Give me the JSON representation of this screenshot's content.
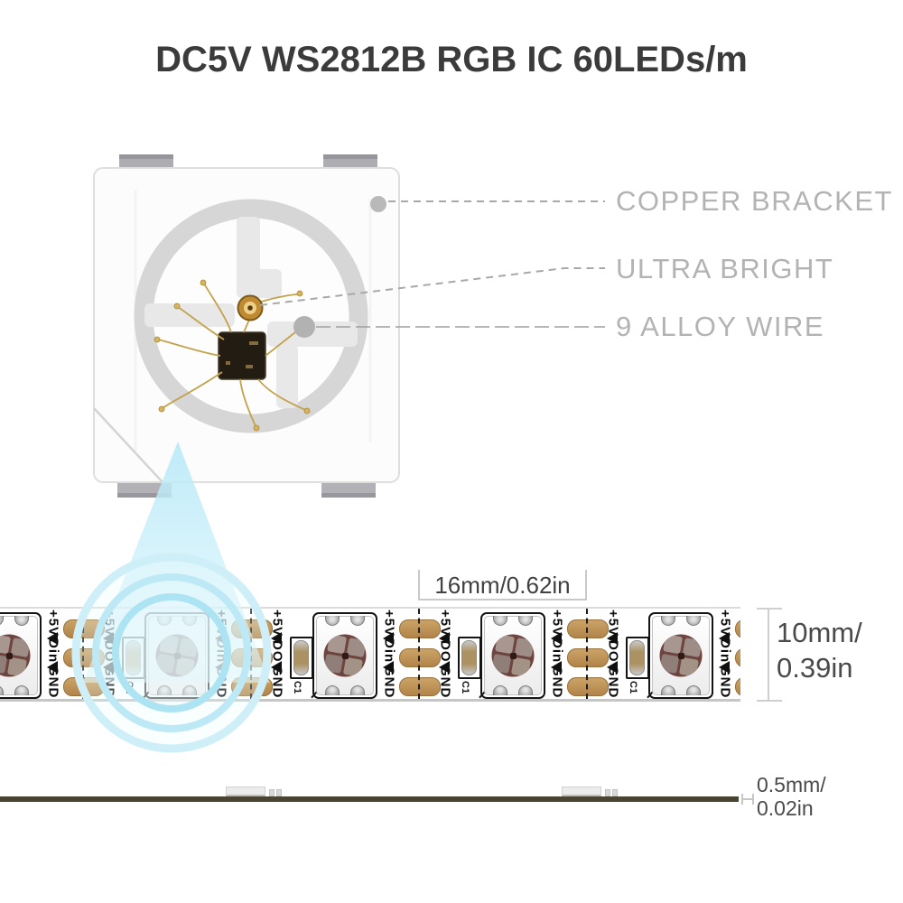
{
  "title": "DC5V WS2812B RGB IC 60LEDs/m",
  "callouts": {
    "copper_bracket": "COPPER BRACKET",
    "ultra_bright": "ULTRA BRIGHT",
    "alloy_wire": "9 ALLOY WIRE"
  },
  "strip": {
    "units_count": 5,
    "pins_left": [
      "+5V",
      "DO",
      "GND"
    ],
    "pins_right": [
      "+5V",
      "Din",
      "GND"
    ],
    "cap_label": "C1"
  },
  "dimensions": {
    "led_pitch": "16mm/0.62in",
    "strip_width_line1": "10mm/",
    "strip_width_line2": "0.39in",
    "thickness_line1": "0.5mm/",
    "thickness_line2": "0.02in"
  },
  "colors": {
    "title_text": "#3b3b3b",
    "callout_text": "#b3b3b3",
    "accent_cyan": "#aee6f4",
    "copper_pad": "#bf915a",
    "lens_maroon": "#6f443e",
    "silkscreen": "#141414",
    "pcb_side_dark": "#49442f"
  },
  "icons": {
    "zoom_cone": "magnifier-light-cone",
    "zoom_rings": "concentric-magnifier-rings",
    "data_arrow": "left-pointing-triangle"
  }
}
